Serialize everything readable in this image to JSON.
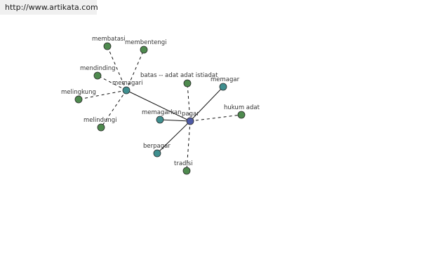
{
  "site_url": "http://www.artikata.com",
  "colors": {
    "root": "#4e5aa6",
    "primary": "#3f8f8f",
    "secondary": "#4e8a4e",
    "edge": "#111111",
    "node_stroke": "#2a2a2a"
  },
  "graph": {
    "root": "pagar",
    "nodes": [
      {
        "id": "pagar",
        "label": "pagar",
        "kind": "root"
      },
      {
        "id": "memagari",
        "label": "memagari",
        "kind": "primary"
      },
      {
        "id": "memagarkan",
        "label": "memagarkan",
        "kind": "primary"
      },
      {
        "id": "memagar",
        "label": "memagar",
        "kind": "primary"
      },
      {
        "id": "berpagar",
        "label": "berpagar",
        "kind": "primary"
      },
      {
        "id": "batas",
        "label": "batas -- adat adat istiadat",
        "kind": "secondary"
      },
      {
        "id": "hukum_adat",
        "label": "hukum adat",
        "kind": "secondary"
      },
      {
        "id": "tradisi",
        "label": "tradisi",
        "kind": "secondary"
      },
      {
        "id": "membatasi",
        "label": "membatasi",
        "kind": "secondary"
      },
      {
        "id": "membentengi",
        "label": "membentengi",
        "kind": "secondary"
      },
      {
        "id": "mendinding",
        "label": "mendinding",
        "kind": "secondary"
      },
      {
        "id": "melingkung",
        "label": "melingkung",
        "kind": "secondary"
      },
      {
        "id": "melindungi",
        "label": "melindungi",
        "kind": "secondary"
      }
    ],
    "edges": [
      {
        "from": "pagar",
        "to": "memagari",
        "style": "solid"
      },
      {
        "from": "pagar",
        "to": "memagarkan",
        "style": "solid"
      },
      {
        "from": "pagar",
        "to": "memagar",
        "style": "solid"
      },
      {
        "from": "pagar",
        "to": "berpagar",
        "style": "solid"
      },
      {
        "from": "pagar",
        "to": "batas",
        "style": "dashed"
      },
      {
        "from": "pagar",
        "to": "hukum_adat",
        "style": "dashed"
      },
      {
        "from": "pagar",
        "to": "tradisi",
        "style": "dashed"
      },
      {
        "from": "memagari",
        "to": "membatasi",
        "style": "dashed"
      },
      {
        "from": "memagari",
        "to": "membentengi",
        "style": "dashed"
      },
      {
        "from": "memagari",
        "to": "mendinding",
        "style": "dashed"
      },
      {
        "from": "memagari",
        "to": "melingkung",
        "style": "dashed"
      },
      {
        "from": "memagari",
        "to": "melindungi",
        "style": "dashed"
      }
    ]
  }
}
